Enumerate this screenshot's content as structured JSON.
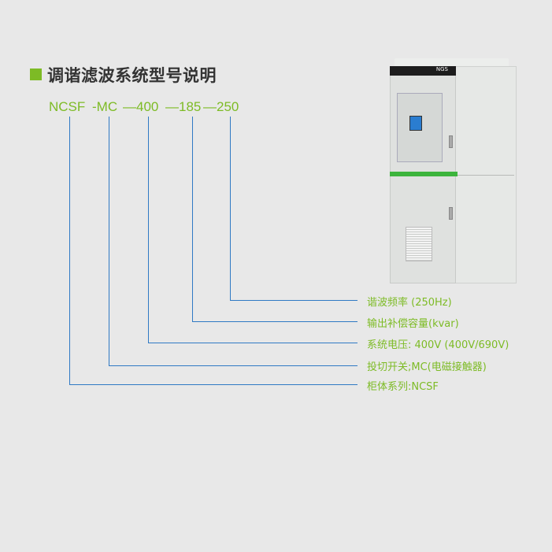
{
  "title": "调谐滤波系统型号说明",
  "model_code": {
    "series": "NCSF",
    "switch": "-MC",
    "voltage": "—400",
    "capacity": "—185",
    "harmonic": "—250"
  },
  "labels": [
    "谐波频率 (250Hz)",
    "输出补偿容量(kvar)",
    "系统电压: 400V (400V/690V)",
    "投切开关;MC(电磁接触器)",
    "柜体系列:NCSF"
  ],
  "cabinet": {
    "brand": "NGS"
  },
  "colors": {
    "accent": "#7dbb25",
    "line": "#2f79c4"
  }
}
